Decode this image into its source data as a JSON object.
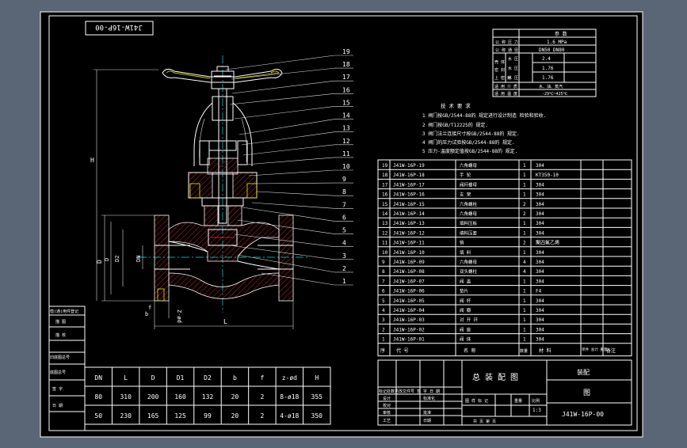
{
  "colors": {
    "background": "#5a6675",
    "paper": "#000000",
    "line": "#ffffff",
    "hatch": "#ff3030",
    "accent_yellow": "#f0f000",
    "accent_cyan": "#00e0e0"
  },
  "drawing_no_box": "J41W-16P-00",
  "dimension_labels": {
    "H": "H",
    "D": "D",
    "D2": "D2",
    "DN": "DN",
    "L": "L",
    "f": "f",
    "b": "b",
    "zd": "Z-ød"
  },
  "balloons": [
    "19",
    "18",
    "17",
    "16",
    "15",
    "14",
    "13",
    "12",
    "11",
    "10",
    "9",
    "8",
    "7",
    "6",
    "5",
    "4",
    "3",
    "2",
    "1"
  ],
  "spec_table": {
    "header": "参 数",
    "rows": [
      {
        "label": "公 称 压 力",
        "value": "1.6 MPa"
      },
      {
        "label": "公 称 通 径",
        "value": "DN50 DN80"
      },
      {
        "label": "壳 体",
        "sub": "水 压",
        "value": "2.4"
      },
      {
        "label": "密 封",
        "sub": "水 压",
        "value": "1.76"
      },
      {
        "label": "上 密 封",
        "sub": "水 压",
        "value": "1.76"
      },
      {
        "label": "适 用 介 质",
        "value": "水、油、蒸汽"
      },
      {
        "label": "适 用 温 度",
        "value": "-29℃~425℃"
      }
    ]
  },
  "tech_requirements": {
    "title": "技 术 要 求",
    "items": [
      "1  阀门按GB/2544-88的   规定进行设计制造  检验和验收.",
      "2  阀门按GB/T12225的   规定.",
      "3  阀门法兰连接尺寸按GB/2544-88的   规定.",
      "4  阀门的压力试验按GB/2544-88的   规定.",
      "5  压力-温度额定值按GB/2544-88的   规定."
    ]
  },
  "parts_list": [
    {
      "no": "19",
      "code": "J41W-16P-19",
      "name": "六角螺母",
      "qty": "1",
      "material": "304"
    },
    {
      "no": "18",
      "code": "J41W-16P-18",
      "name": "手  轮",
      "qty": "1",
      "material": "KT350-10"
    },
    {
      "no": "17",
      "code": "J41W-16P-17",
      "name": "阀杆螺母",
      "qty": "1",
      "material": "304"
    },
    {
      "no": "16",
      "code": "J41W-16P-16",
      "name": "支  架",
      "qty": "1",
      "material": "304"
    },
    {
      "no": "15",
      "code": "J41W-16P-15",
      "name": "六角螺栓",
      "qty": "2",
      "material": "304"
    },
    {
      "no": "14",
      "code": "J41W-16P-14",
      "name": "六角螺母",
      "qty": "2",
      "material": "304"
    },
    {
      "no": "13",
      "code": "J41W-16P-13",
      "name": "填料压板",
      "qty": "1",
      "material": "304"
    },
    {
      "no": "12",
      "code": "J41W-16P-12",
      "name": "填料压套",
      "qty": "1",
      "material": "304"
    },
    {
      "no": "11",
      "code": "J41W-16P-11",
      "name": "销",
      "qty": "2",
      "material": "聚四氟乙烯"
    },
    {
      "no": "10",
      "code": "J41W-16P-10",
      "name": "填  料",
      "qty": "1",
      "material": "304"
    },
    {
      "no": "9",
      "code": "J41W-16P-09",
      "name": "六角螺母",
      "qty": "4",
      "material": "304"
    },
    {
      "no": "8",
      "code": "J41W-16P-08",
      "name": "双头螺柱",
      "qty": "4",
      "material": "304"
    },
    {
      "no": "7",
      "code": "J41W-16P-07",
      "name": "阀  盖",
      "qty": "1",
      "material": "304"
    },
    {
      "no": "6",
      "code": "J41W-16P-06",
      "name": "垫片",
      "qty": "1",
      "material": "F4"
    },
    {
      "no": "5",
      "code": "J41W-16P-05",
      "name": "阀  杆",
      "qty": "1",
      "material": "304"
    },
    {
      "no": "4",
      "code": "J41W-16P-04",
      "name": "阀  瓣",
      "qty": "1",
      "material": "304"
    },
    {
      "no": "3",
      "code": "J41W-16P-03",
      "name": "对 开 环",
      "qty": "1",
      "material": "304"
    },
    {
      "no": "2",
      "code": "J41W-16P-02",
      "name": "阀  座",
      "qty": "1",
      "material": "304"
    },
    {
      "no": "1",
      "code": "J41W-16P-01",
      "name": "阀  体",
      "qty": "1",
      "material": "304"
    }
  ],
  "parts_header": {
    "no": "序",
    "code": "代      号",
    "name": "名        称",
    "qty": "数量",
    "material": "材      料",
    "weight": "单件 总计 重量",
    "remark": "备注"
  },
  "dims_table": {
    "headers": [
      "DN",
      "L",
      "D",
      "D1",
      "D2",
      "b",
      "f",
      "z-ød",
      "H"
    ],
    "rows": [
      [
        "80",
        "310",
        "200",
        "160",
        "132",
        "20",
        "2",
        "8-ø18",
        "355"
      ],
      [
        "50",
        "230",
        "165",
        "125",
        "99",
        "20",
        "2",
        "4-ø18",
        "350"
      ]
    ]
  },
  "left_strip": [
    "借(通)用件登记",
    "旧底图总号",
    "底图总号",
    "签  字",
    "日  期"
  ],
  "left_strip_sub": [
    "描  图",
    "描  校"
  ],
  "title_block": {
    "drawing_title": "总  装  配  图",
    "category": "装配",
    "tu": "图",
    "drawing_no": "J41W-16P-00",
    "scale": "1:3",
    "rev_header": "标记处数更改文件号 签 字 日 期",
    "roles": [
      "设计",
      "校对",
      "审核",
      "工艺"
    ],
    "roles2": [
      "标准化",
      "",
      "批准",
      "日期"
    ],
    "stage_label": "图 样 标 记",
    "weight_label": "重量",
    "scale_label": "比例",
    "sheets": "共  页     第  页"
  }
}
